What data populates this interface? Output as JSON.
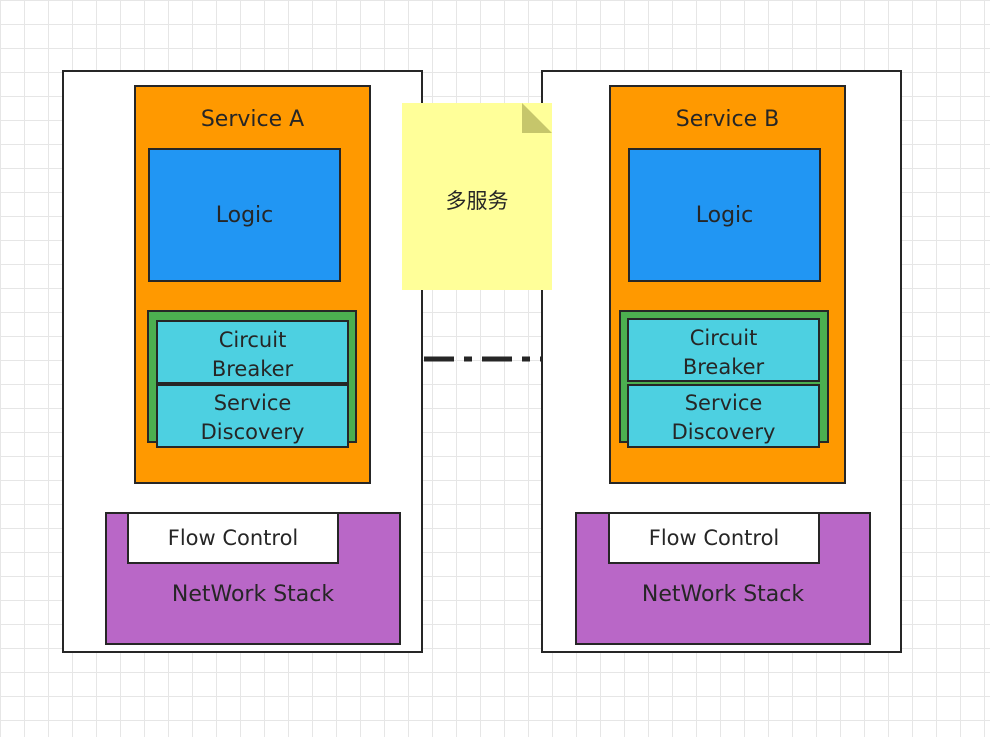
{
  "service_a": {
    "title": "Service A",
    "logic": "Logic",
    "circuit_breaker": "Circuit\nBreaker",
    "service_discovery": "Service\nDiscovery",
    "flow_control": "Flow Control",
    "network_stack": "NetWork Stack"
  },
  "service_b": {
    "title": "Service B",
    "logic": "Logic",
    "circuit_breaker": "Circuit\nBreaker",
    "service_discovery": "Service\nDiscovery",
    "flow_control": "Flow Control",
    "network_stack": "NetWork Stack"
  },
  "note": {
    "text": "多服务"
  },
  "colors": {
    "service": "#ff9900",
    "logic": "#2196f3",
    "component_bg": "#4caf50",
    "component": "#4dd0e1",
    "network": "#b967c7",
    "note": "#ffff99",
    "stroke": "#262626"
  }
}
